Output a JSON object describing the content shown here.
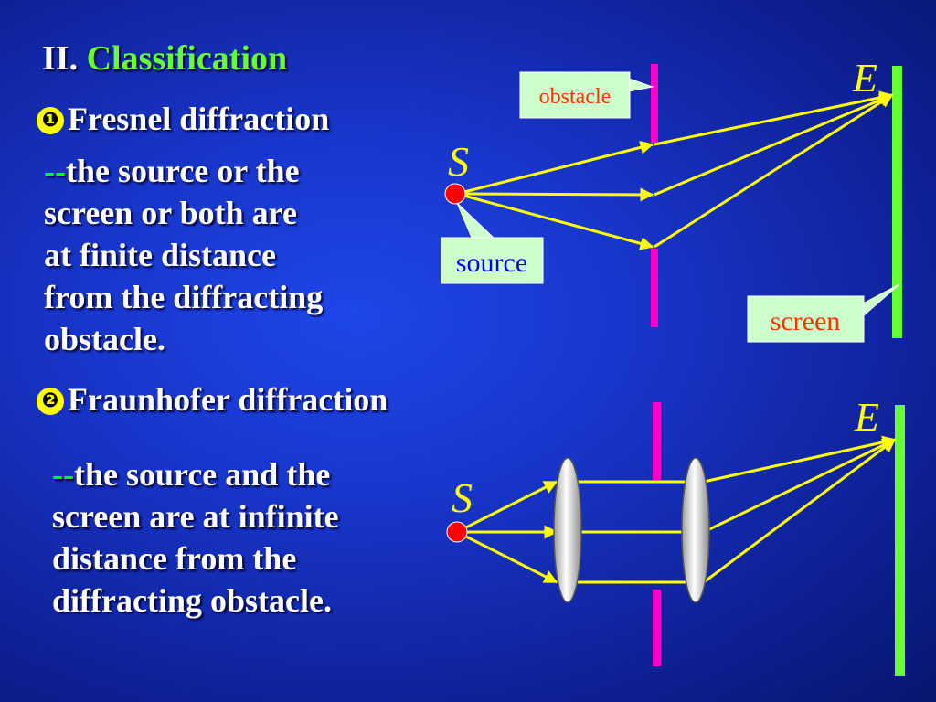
{
  "title": {
    "roman": "II.",
    "text": "Classification"
  },
  "fresnel": {
    "number": "❶",
    "heading": "Fresnel diffraction",
    "dash": "--",
    "lines": [
      "the source or the",
      "screen or both are",
      "at finite distance",
      "from the diffracting",
      "obstacle."
    ]
  },
  "fraunhofer": {
    "number": "❷",
    "heading": "Fraunhofer diffraction",
    "dash": "--",
    "lines": [
      "the source and the",
      "screen are at infinite",
      "distance from the",
      "diffracting obstacle."
    ]
  },
  "diagram_top": {
    "source_symbol": "S",
    "screen_symbol": "E",
    "obstacle_label": "obstacle",
    "source_label": "source",
    "screen_label": "screen"
  },
  "diagram_bottom": {
    "source_symbol": "S",
    "screen_symbol": "E"
  },
  "colors": {
    "title_accent": "#66ff33",
    "ray": "#ffff00",
    "obstacle": "#ff00cc",
    "screen": "#66ff33",
    "source_dot": "#ff0000",
    "symbol": "#ffff00",
    "callout_bg": "#ccffcc",
    "obstacle_label": "#ff3300",
    "source_label": "#0000ff",
    "screen_label": "#ff3300"
  }
}
